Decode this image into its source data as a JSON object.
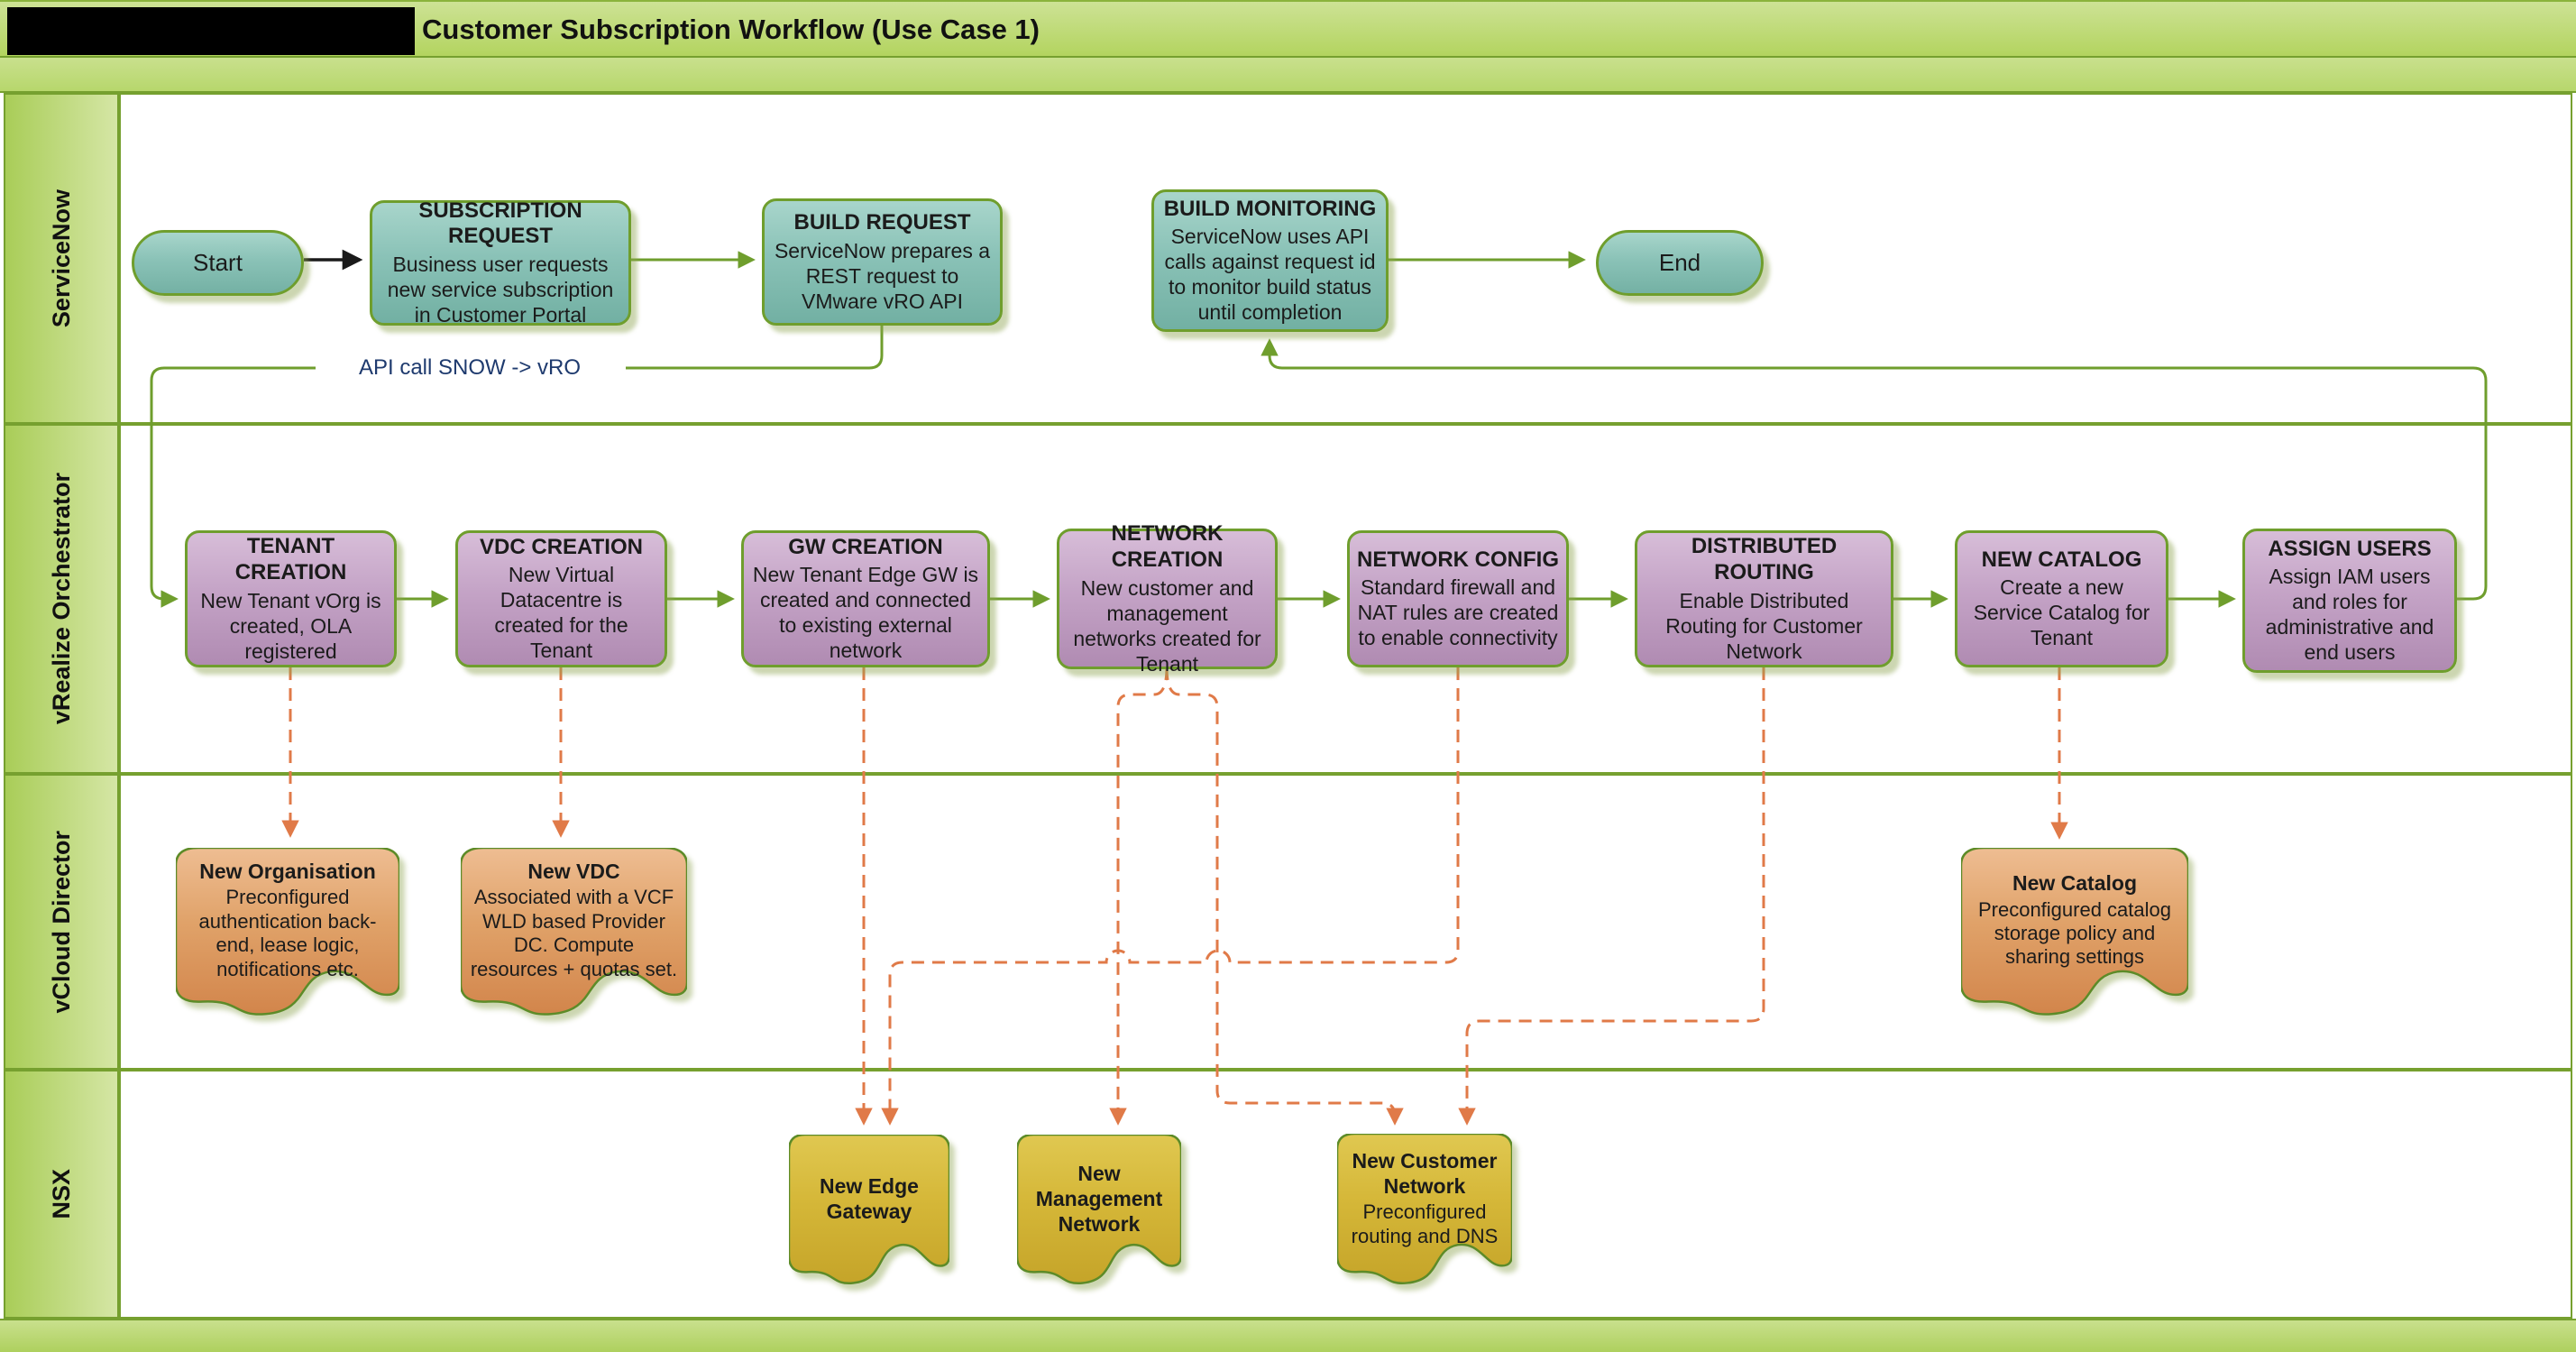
{
  "title_bar": {
    "title": "Customer Subscription Workflow (Use Case 1)"
  },
  "lanes": [
    {
      "label": "ServiceNow"
    },
    {
      "label": "vRealize Orchestrator"
    },
    {
      "label": "vCloud Director"
    },
    {
      "label": "NSX"
    }
  ],
  "connector_labels": {
    "api_call": "API call SNOW -> vRO"
  },
  "nodes": {
    "start": {
      "label": "Start"
    },
    "end": {
      "label": "End"
    },
    "subscription_request": {
      "title": "SUBSCRIPTION REQUEST",
      "body": "Business user requests new service subscription in Customer Portal"
    },
    "build_request": {
      "title": "BUILD REQUEST",
      "body": "ServiceNow prepares a REST request to VMware vRO API"
    },
    "build_monitoring": {
      "title": "BUILD MONITORING",
      "body": "ServiceNow uses API calls against request id to monitor build status until completion"
    },
    "tenant_creation": {
      "title": "TENANT CREATION",
      "body": "New Tenant vOrg is created, OLA registered"
    },
    "vdc_creation": {
      "title": "VDC CREATION",
      "body": "New Virtual Datacentre is created for the Tenant"
    },
    "gw_creation": {
      "title": "GW CREATION",
      "body": "New Tenant Edge GW is created and connected to existing external network"
    },
    "network_creation": {
      "title": "NETWORK CREATION",
      "body": "New customer and management networks created for Tenant"
    },
    "network_config": {
      "title": "NETWORK CONFIG",
      "body": "Standard firewall and NAT rules are created to enable connectivity"
    },
    "distributed_routing": {
      "title": "DISTRIBUTED ROUTING",
      "body": "Enable Distributed Routing for Customer Network"
    },
    "new_catalog_vro": {
      "title": "NEW CATALOG",
      "body": "Create a new Service Catalog for Tenant"
    },
    "assign_users": {
      "title": "ASSIGN USERS",
      "body": "Assign IAM users and roles for administrative and end users"
    },
    "new_organisation": {
      "title": "New Organisation",
      "body": "Preconfigured authentication back-end, lease logic, notifications etc."
    },
    "new_vdc": {
      "title": "New VDC",
      "body": "Associated with a VCF WLD based Provider DC. Compute resources + quotas set."
    },
    "new_catalog_vcd": {
      "title": "New Catalog",
      "body": "Preconfigured catalog storage policy and sharing settings"
    },
    "new_edge_gateway": {
      "title": "New Edge Gateway",
      "body": ""
    },
    "new_management_network": {
      "title": "New Management Network",
      "body": ""
    },
    "new_customer_network": {
      "title": "New Customer Network",
      "body": "Preconfigured routing and DNS"
    }
  },
  "colors": {
    "lane_border_green": "#76a02f",
    "lane_fill_green": "#b9d871",
    "process_teal": "#8ac2b7",
    "process_purple": "#c4a3c6",
    "document_orange": "#e0a269",
    "document_gold": "#d5b738",
    "connector_green": "#6f9e2d",
    "connector_orange": "#e07a48",
    "connector_black": "#1a1a1a",
    "api_label_blue": "#1e3a6e"
  }
}
